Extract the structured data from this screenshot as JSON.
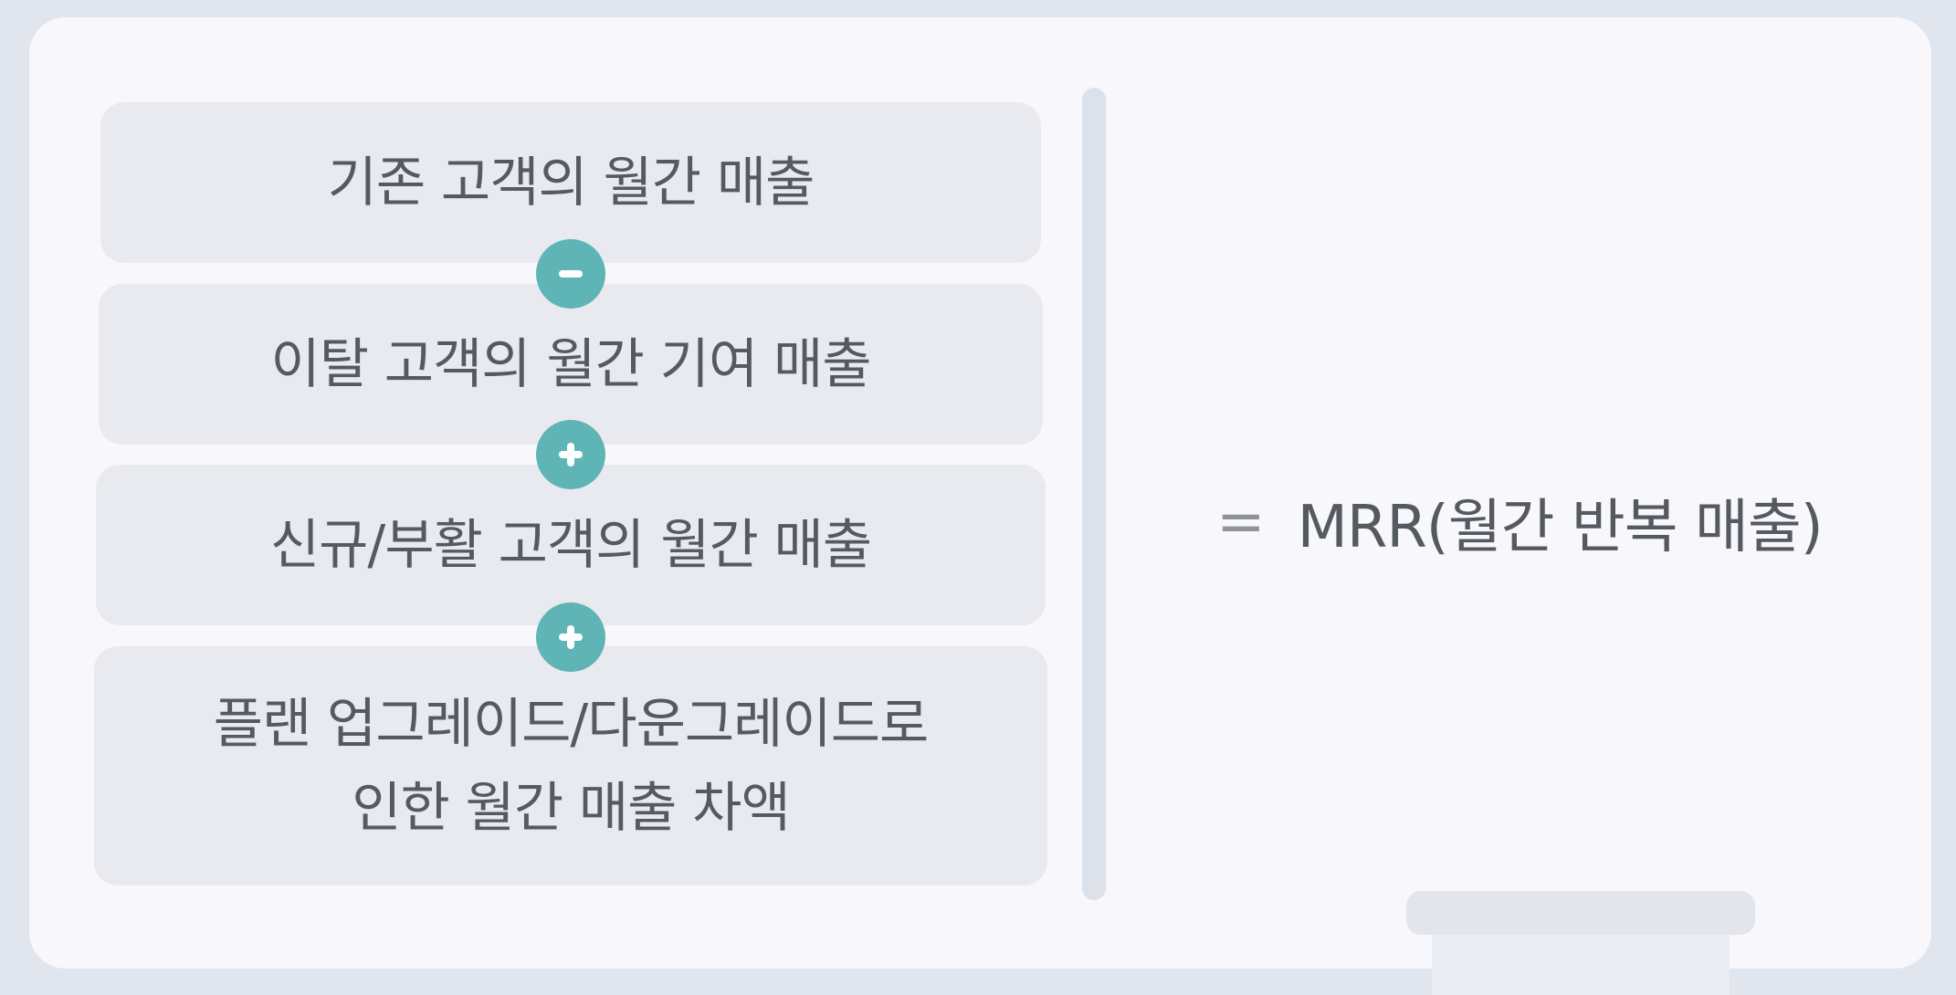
{
  "formula": {
    "terms": [
      "기존 고객의 월간 매출",
      "이탈 고객의 월간 기여 매출",
      "신규/부활 고객의 월간 매출",
      "플랜 업그레이드/다운그레이드로\n인한 월간 매출 차액"
    ],
    "operators": [
      "minus",
      "plus",
      "plus"
    ],
    "equals_sign": "=",
    "result": "MRR(월간 반복 매출)"
  },
  "colors": {
    "background": "#e1e5ed",
    "board": "#f8f8fc",
    "term_box": "#e8eaef",
    "operator": "#5fb5b5",
    "text": "#555a61"
  }
}
